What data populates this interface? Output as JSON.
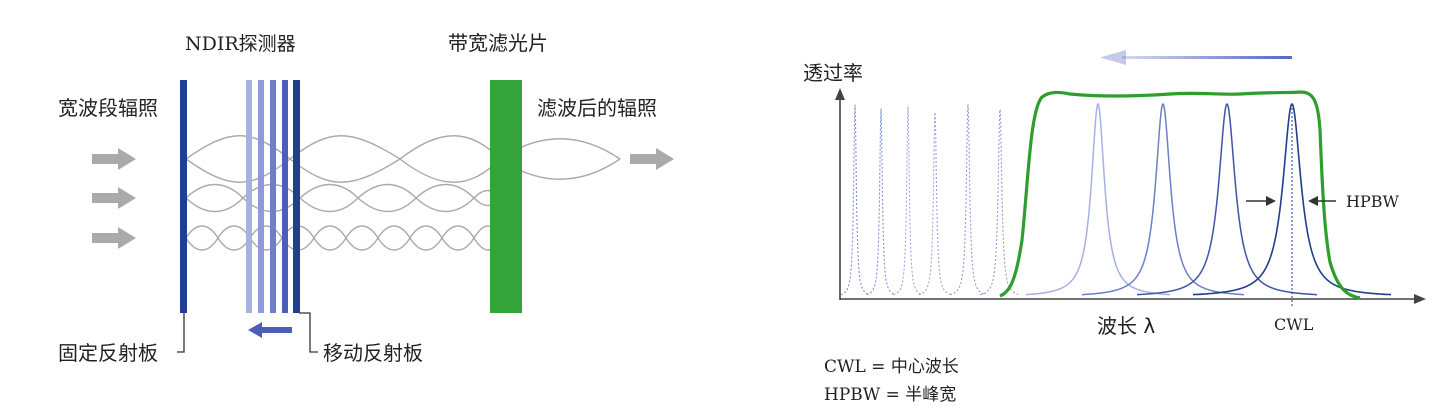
{
  "left_diagram": {
    "labels": {
      "detector": "NDIR探测器",
      "filter": "带宽滤光片",
      "broadband": "宽波段辐照",
      "filtered": "滤波后的辐照",
      "fixed_reflector": "固定反射板",
      "moving_reflector": "移动反射板"
    },
    "colors": {
      "reflector_dark": "#1f3f8f",
      "reflector_light": "#8e9bd6",
      "filter_green": "#33a33a",
      "wave_gray": "#aaaaaa",
      "arrow_gray": "#aaaaaa",
      "move_arrow": "#4a5fb5"
    }
  },
  "right_chart": {
    "labels": {
      "ylabel": "透过率",
      "xlabel": "波长 λ",
      "cwl": "CWL",
      "hpbw": "HPBW"
    },
    "legend": {
      "cwl_def": "CWL = 中心波长",
      "hpbw_def": "HPBW = 半峰宽"
    },
    "colors": {
      "passband_green": "#2e9e2e",
      "peak_dark": "#1f3f8f",
      "peak_light": "#9aa6d8",
      "axis": "#444444",
      "shift_arrow": "#5568c0"
    }
  }
}
